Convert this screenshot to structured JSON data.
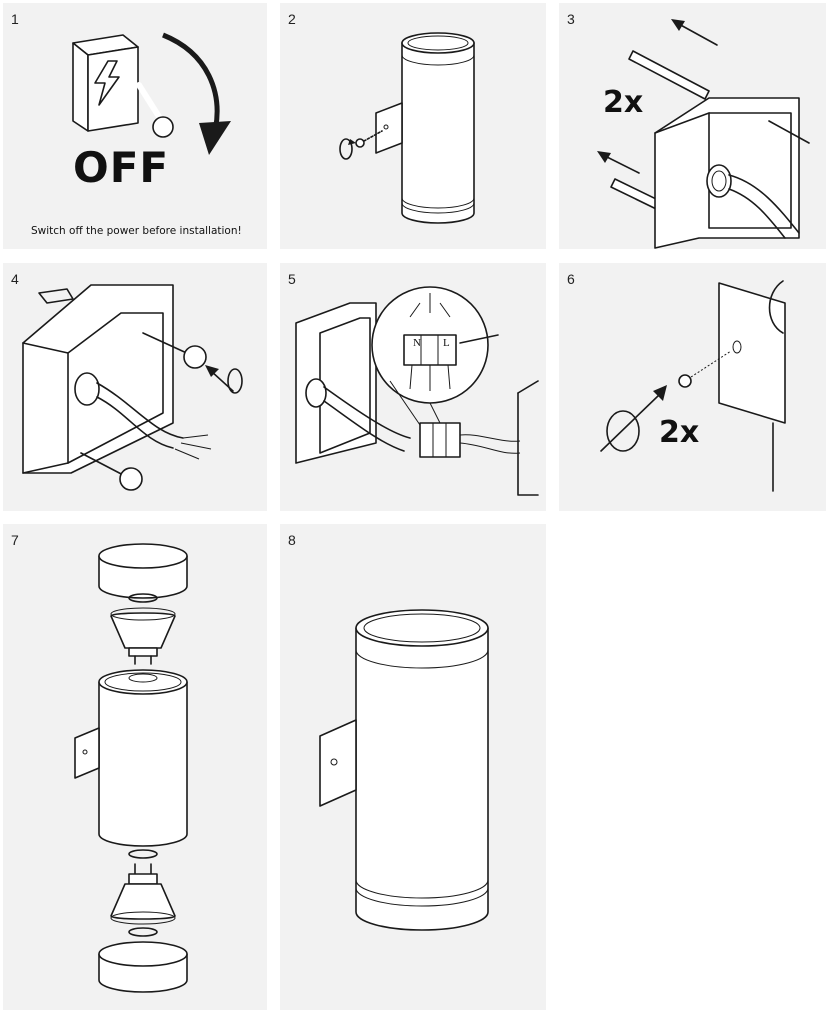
{
  "steps": [
    {
      "number": "1",
      "big_text": "OFF",
      "caption": "Switch off the power before installation!"
    },
    {
      "number": "2"
    },
    {
      "number": "3",
      "multiplier": "2x"
    },
    {
      "number": "4"
    },
    {
      "number": "5",
      "terminal_labels": [
        "N",
        "L"
      ]
    },
    {
      "number": "6",
      "multiplier": "2x"
    },
    {
      "number": "7"
    },
    {
      "number": "8"
    }
  ],
  "colors": {
    "panel_bg": "#f2f2f2",
    "line": "#1a1a1a"
  }
}
